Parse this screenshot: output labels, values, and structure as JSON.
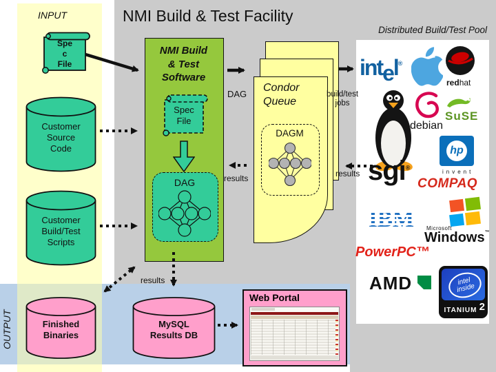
{
  "header": {
    "title": "NMI Build & Test Facility",
    "pool_title": "Distributed Build/Test Pool"
  },
  "sections": {
    "input": "INPUT",
    "output": "OUTPUT"
  },
  "input_col": {
    "spec_file": "Spe\nc\nFile",
    "customer_source": "Customer\nSource\nCode",
    "customer_scripts": "Customer\nBuild/Test\nScripts",
    "finished_binaries": "Finished\nBinaries"
  },
  "software": {
    "title": "NMI Build\n& Test\nSoftware",
    "spec_file": "Spec\nFile",
    "dag_box": "DAG"
  },
  "flow": {
    "dag_label": "DAG",
    "build_test_jobs": "build/test\njobs",
    "results_to_software": "results",
    "results_to_condor": "results",
    "results_down": "results"
  },
  "condor": {
    "queue_title": "Condor\nQueue",
    "dagman": "DAGM"
  },
  "output_row": {
    "mysql_db": "MySQL\nResults DB",
    "web_portal": "Web Portal"
  },
  "pool": {
    "intel_int": "int",
    "intel_e": "e",
    "intel_l": "l",
    "intel_r": "®",
    "redhat_red": "red",
    "redhat_hat": "hat",
    "debian": "debian",
    "suse": "SuSE",
    "hp": "hp",
    "invent": "invent",
    "sgi": "sgi",
    "sgi_r": "®",
    "compaq": "COMPAQ",
    "ibm": "IBM",
    "microsoft": "Microsoft",
    "windows": "Windows",
    "windows_tm": "™",
    "powerpc": "PowerPC™",
    "amd": "AMD",
    "itanium_line1": "intel",
    "itanium_line2": "inside",
    "itanium_name": "ITANIUM",
    "itanium_2": "2"
  },
  "colors": {
    "teal": "#33CC99",
    "software_green": "#95C83D",
    "page_yellow": "#FFFFA0",
    "column_yellow": "#FFFFCB",
    "pink": "#FF99CC",
    "band_blue": "#B9D0E8",
    "panel_gray": "#CBCBCB",
    "intel_blue": "#1261A0",
    "redhat_red_hex": "#CC0000",
    "debian_magenta": "#D70751",
    "suse_green": "#5B9422",
    "hp_blue": "#0B6FBA",
    "compaq_red": "#D5281B",
    "ibm_blue": "#1F70C1",
    "powerpc_red": "#E2231A",
    "amd_green": "#008C44",
    "windows_red": "#F35325",
    "windows_green": "#81BC06",
    "windows_blue": "#05A6F0",
    "windows_yellow": "#FFBA08"
  }
}
